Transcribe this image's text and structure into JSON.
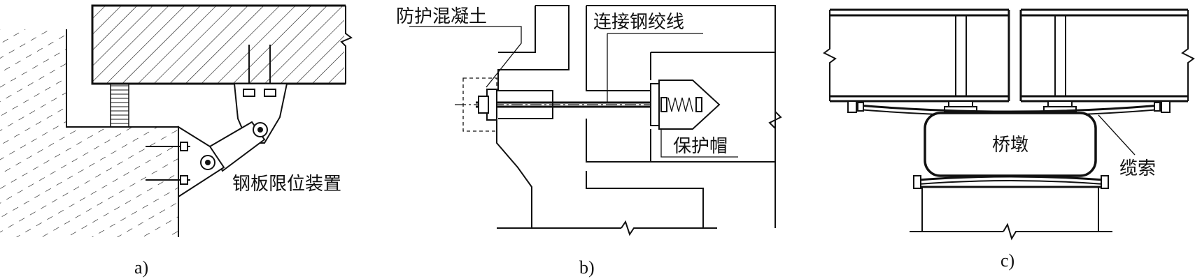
{
  "panels": {
    "a": {
      "caption": "a)",
      "label_device": "钢板限位装置"
    },
    "b": {
      "caption": "b)",
      "label_concrete": "防护混凝土",
      "label_strand": "连接钢绞线",
      "label_cap": "保护帽"
    },
    "c": {
      "caption": "c)",
      "label_pier": "桥墩",
      "label_cable": "缆索"
    }
  }
}
